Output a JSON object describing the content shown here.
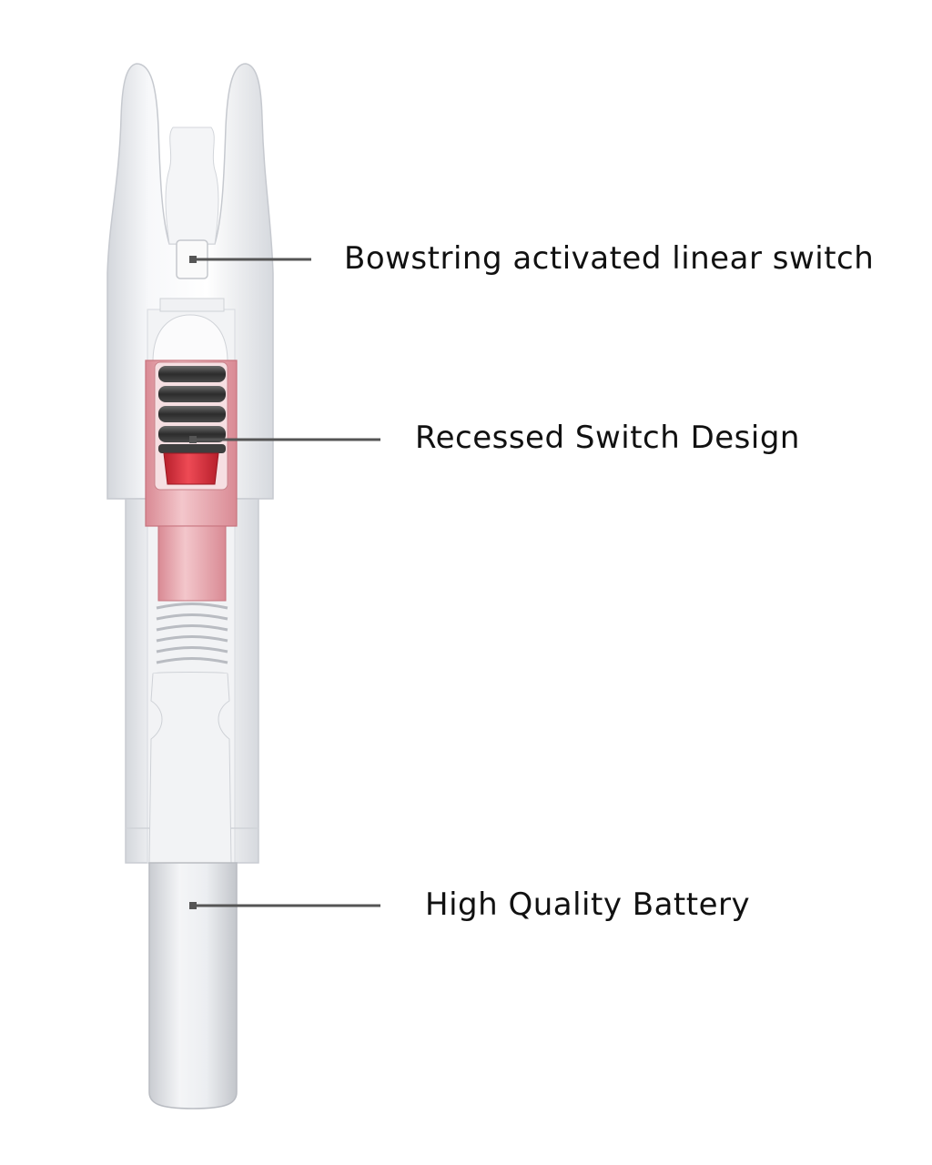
{
  "callouts": {
    "switch": "Bowstring activated linear switch",
    "recessed": "Recessed Switch Design",
    "battery": "High Quality Battery"
  },
  "colors": {
    "background": "#ffffff",
    "leader": "#555555",
    "housing": "#eef0f3",
    "housing_edge": "#c9ccd2",
    "pink_sleeve": "#e8a5ad",
    "red_cap": "#d8313d",
    "coil": "#3a3a3a",
    "battery": "#e3e5e8"
  }
}
